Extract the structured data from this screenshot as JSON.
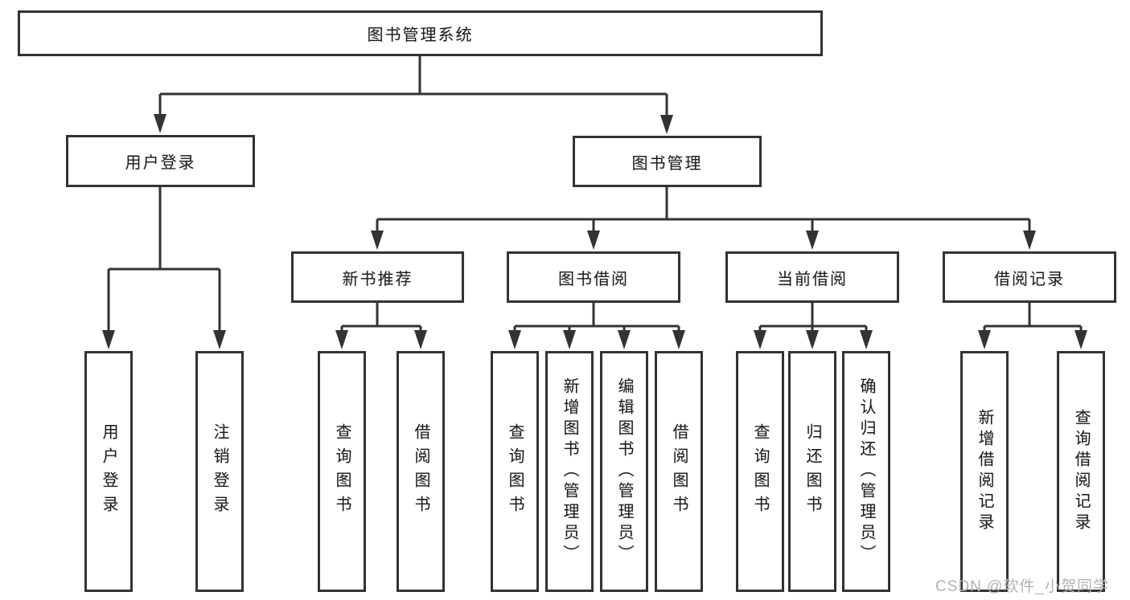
{
  "diagram": {
    "watermark": "CSDN @软件_小贺同学",
    "colors": {
      "line": "#333333",
      "text": "#1c1c1c",
      "background": "#ffffff",
      "watermark": "#b2b2b2"
    },
    "tree": {
      "root": {
        "label": "图书管理系统",
        "children": [
          {
            "label": "用户登录",
            "children": [
              {
                "label": "用户登录"
              },
              {
                "label": "注销登录"
              }
            ]
          },
          {
            "label": "图书管理",
            "children": [
              {
                "label": "新书推荐",
                "children": [
                  {
                    "label": "查询图书"
                  },
                  {
                    "label": "借阅图书"
                  }
                ]
              },
              {
                "label": "图书借阅",
                "children": [
                  {
                    "label": "查询图书"
                  },
                  {
                    "label": "新增图书（管理员）"
                  },
                  {
                    "label": "编辑图书（管理员）"
                  },
                  {
                    "label": "借阅图书"
                  }
                ]
              },
              {
                "label": "当前借阅",
                "children": [
                  {
                    "label": "查询图书"
                  },
                  {
                    "label": "归还图书"
                  },
                  {
                    "label": "确认归还（管理员）"
                  }
                ]
              },
              {
                "label": "借阅记录",
                "children": [
                  {
                    "label": "新增借阅记录"
                  },
                  {
                    "label": "查询借阅记录"
                  }
                ]
              }
            ]
          }
        ]
      }
    }
  }
}
